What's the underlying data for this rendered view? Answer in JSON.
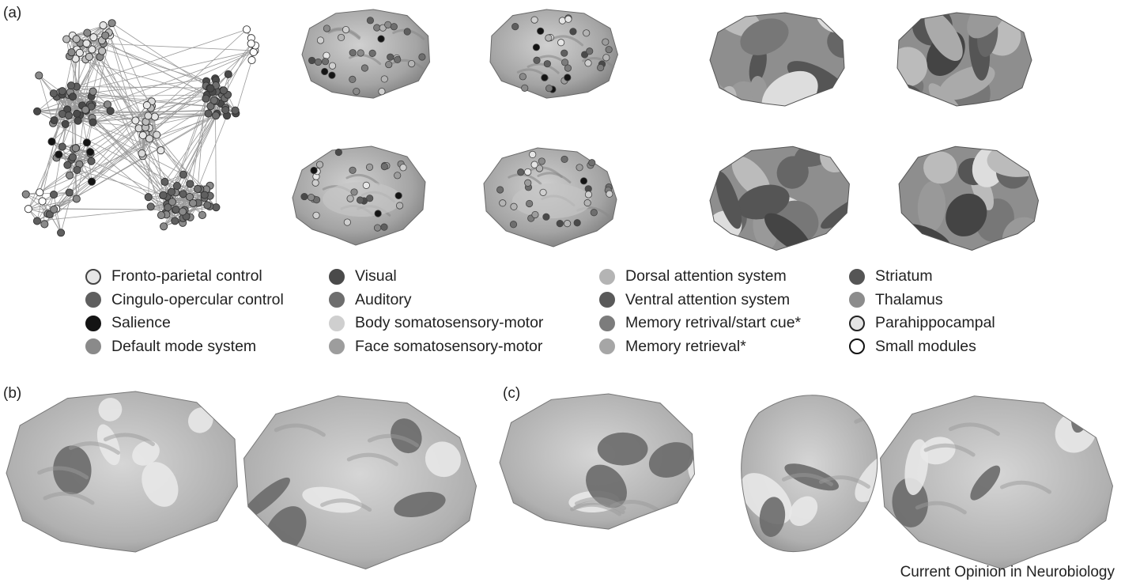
{
  "panel_labels": {
    "a": "(a)",
    "b": "(b)",
    "c": "(c)"
  },
  "legend": [
    [
      {
        "label": "Fronto-parietal control",
        "fill": "#e6e6e6",
        "stroke": "#444444"
      },
      {
        "label": "Cingulo-opercular control",
        "fill": "#5f5f5f",
        "stroke": "#5f5f5f"
      },
      {
        "label": "Salience",
        "fill": "#141414",
        "stroke": "#141414"
      },
      {
        "label": "Default mode system",
        "fill": "#8a8a8a",
        "stroke": "#8a8a8a"
      }
    ],
    [
      {
        "label": "Visual",
        "fill": "#4a4a4a",
        "stroke": "#4a4a4a"
      },
      {
        "label": "Auditory",
        "fill": "#6e6e6e",
        "stroke": "#6e6e6e"
      },
      {
        "label": "Body somatosensory-motor",
        "fill": "#cfcfcf",
        "stroke": "#cfcfcf"
      },
      {
        "label": "Face somatosensory-motor",
        "fill": "#9d9d9d",
        "stroke": "#9d9d9d"
      }
    ],
    [
      {
        "label": "Dorsal attention system",
        "fill": "#b4b4b4",
        "stroke": "#b4b4b4"
      },
      {
        "label": "Ventral attention system",
        "fill": "#5a5a5a",
        "stroke": "#5a5a5a"
      },
      {
        "label": "Memory retrival/start cue*",
        "fill": "#7c7c7c",
        "stroke": "#7c7c7c"
      },
      {
        "label": "Memory retrieval*",
        "fill": "#a6a6a6",
        "stroke": "#a6a6a6"
      }
    ],
    [
      {
        "label": "Striatum",
        "fill": "#555555",
        "stroke": "#555555"
      },
      {
        "label": "Thalamus",
        "fill": "#8c8c8c",
        "stroke": "#8c8c8c"
      },
      {
        "label": "Parahippocampal",
        "fill": "#e4e4e4",
        "stroke": "#222222"
      },
      {
        "label": "Small modules",
        "fill": "#ffffff",
        "stroke": "#111111"
      }
    ]
  ],
  "credit": "Current Opinion in Neurobiology"
}
